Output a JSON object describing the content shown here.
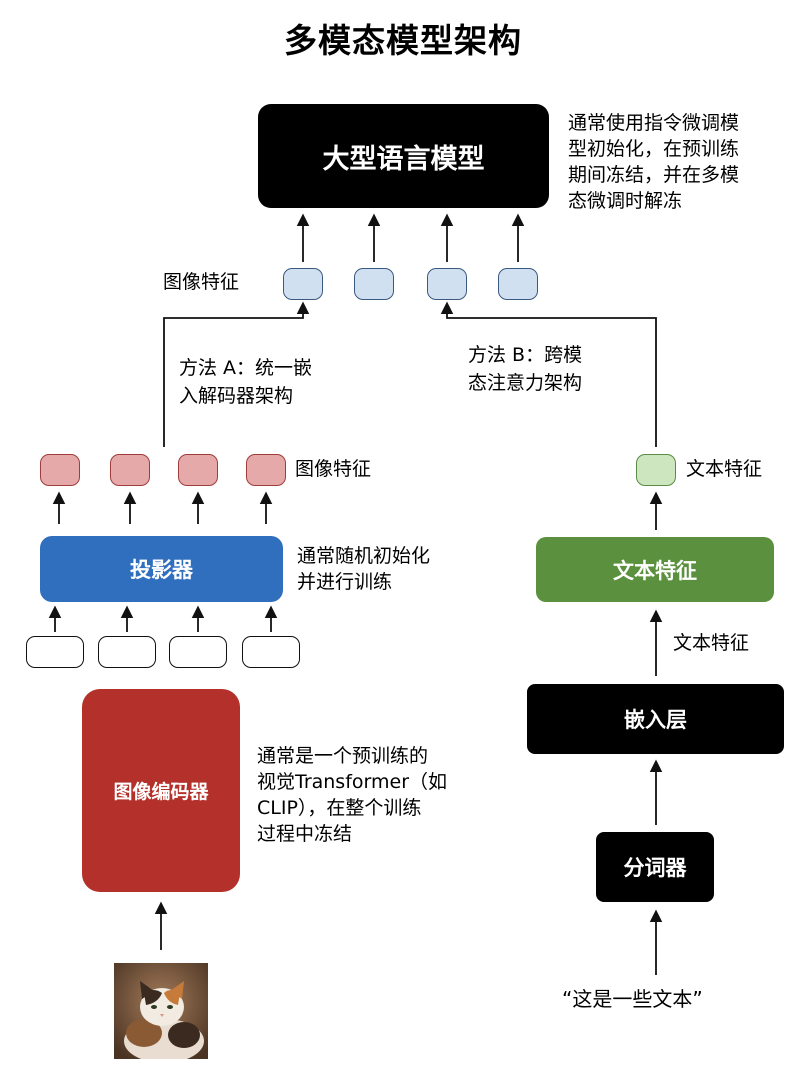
{
  "title": "多模态模型架构",
  "llm": {
    "label": "大型语言模型",
    "note_lines": [
      "通常使用指令微调模",
      "型初始化，在预训练",
      "期间冻结，并在多模",
      "态微调时解冻"
    ]
  },
  "image_features_top": {
    "label": "图像特征"
  },
  "method_a": {
    "lines": [
      "方法 A：统一嵌",
      "入解码器架构"
    ]
  },
  "method_b": {
    "lines": [
      "方法 B：跨模",
      "态注意力架构"
    ]
  },
  "image_features_mid": {
    "label": "图像特征"
  },
  "text_features_token": {
    "label": "文本特征"
  },
  "projector": {
    "label": "投影器",
    "note_lines": [
      "通常随机初始化",
      "并进行训练"
    ]
  },
  "text_feature_box": {
    "label": "文本特征"
  },
  "text_feature_side": {
    "label": "文本特征"
  },
  "embedding_layer": {
    "label": "嵌入层"
  },
  "image_encoder": {
    "label": "图像编码器",
    "note_lines": [
      "通常是一个预训练的",
      "视觉Transformer（如",
      "CLIP），在整个训练",
      "过程中冻结"
    ]
  },
  "tokenizer": {
    "label": "分词器"
  },
  "input_text": {
    "label": "“这是一些文本”"
  },
  "colors": {
    "llm": "#000000",
    "projector": "#2f6fbd",
    "image_encoder": "#b4302a",
    "text_feature": "#5b913e",
    "token_blue": "#d0e0f1",
    "token_red": "#e6a9a9",
    "token_green": "#cde6bf"
  },
  "icons": {
    "input_image": "cat-photo"
  }
}
